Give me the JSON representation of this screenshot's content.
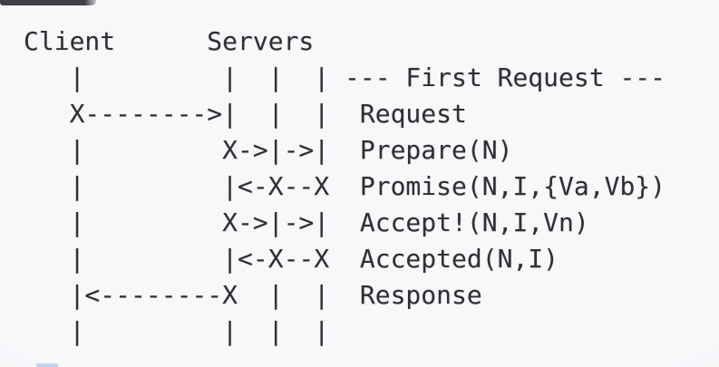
{
  "diagram": {
    "participants": {
      "client": "Client",
      "servers": "Servers"
    },
    "section_label": "--- First Request ---",
    "sequence": {
      "messages": [
        {
          "label": "Request",
          "direction": "client-to-leader"
        },
        {
          "label": "Prepare(N)",
          "direction": "leader-to-servers"
        },
        {
          "label": "Promise(N,I,{Va,Vb})",
          "direction": "servers-to-leader"
        },
        {
          "label": "Accept!(N,I,Vn)",
          "direction": "leader-to-servers"
        },
        {
          "label": "Accepted(N,I)",
          "direction": "servers-to-leader"
        },
        {
          "label": "Response",
          "direction": "leader-to-client"
        }
      ]
    },
    "lines": [
      "Client      Servers",
      "   |         |  |  | --- First Request ---",
      "   X-------->|  |  |  Request",
      "   |         X->|->|  Prepare(N)",
      "   |         |<-X--X  Promise(N,I,{Va,Vb})",
      "   |         X->|->|  Accept!(N,I,Vn)",
      "   |         |<-X--X  Accepted(N,I)",
      "   |<--------X  |  |  Response",
      "   |         |  |  |"
    ]
  },
  "colors": {
    "text": "#2e3033",
    "background": "#f7f8fa",
    "top_fragment": "#3e4045",
    "bottom_fragment": "#b7cdf1"
  }
}
